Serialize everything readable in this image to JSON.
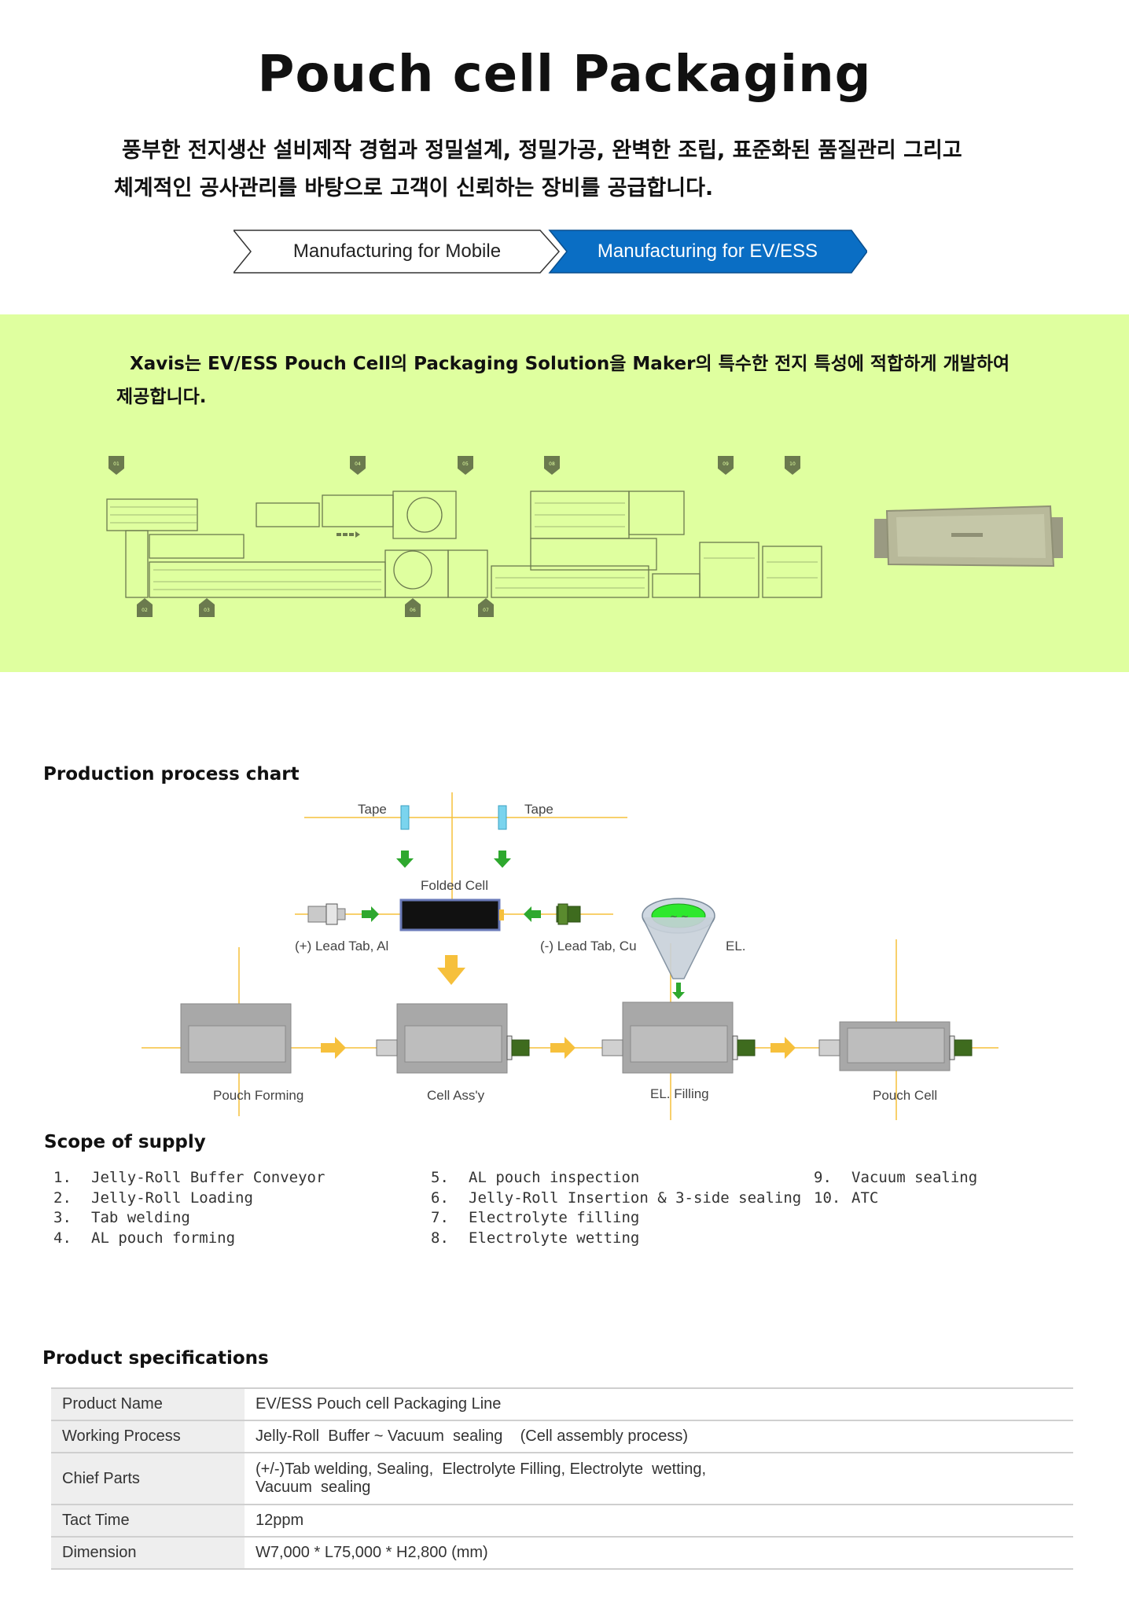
{
  "header": {
    "title": "Pouch cell Packaging",
    "intro_line1": "풍부한 전지생산 설비제작 경험과 정밀설계, 정밀가공, 완벽한 조립, 표준화된 품질관리 그리고",
    "intro_line2": "체계적인 공사관리를 바탕으로 고객이 신뢰하는 장비를 공급합니다."
  },
  "tabs": [
    {
      "label": "Manufacturing for Mobile",
      "active": false
    },
    {
      "label": "Manufacturing for EV/ESS",
      "active": true
    }
  ],
  "band": {
    "text_line1": "Xavis는 EV/ESS Pouch Cell의 Packaging Solution을 Maker의 특수한 전지 특성에 적합하게 개발하여",
    "text_line2": "제공합니다.",
    "top_markers": [
      "01",
      "04",
      "05",
      "08",
      "09",
      "10"
    ],
    "bottom_markers": [
      "02",
      "03",
      "06",
      "07"
    ],
    "colors": {
      "band": "#dfff9f",
      "plan": "#6b7a4e"
    }
  },
  "process_chart": {
    "title": "Production process chart",
    "labels": {
      "tape_left": "Tape",
      "tape_right": "Tape",
      "folded_cell": "Folded Cell",
      "lead_tab_al": "(+) Lead Tab, Al",
      "lead_tab_cu": "(-) Lead Tab, Cu",
      "el": "EL.",
      "stations": [
        "Pouch Forming",
        "Cell Ass'y",
        "EL. Filling",
        "Pouch Cell"
      ]
    }
  },
  "scope": {
    "title": "Scope of supply",
    "columns": [
      [
        {
          "num": "1.",
          "text": "Jelly-Roll Buffer Conveyor"
        },
        {
          "num": "2.",
          "text": "Jelly-Roll Loading"
        },
        {
          "num": "3.",
          "text": "Tab welding"
        },
        {
          "num": "4.",
          "text": "AL pouch forming"
        }
      ],
      [
        {
          "num": "5.",
          "text": "AL pouch inspection"
        },
        {
          "num": "6.",
          "text": "Jelly-Roll Insertion & 3-side sealing"
        },
        {
          "num": "7.",
          "text": "Electrolyte filling"
        },
        {
          "num": "8.",
          "text": "Electrolyte wetting"
        }
      ],
      [
        {
          "num": "9.",
          "text": "Vacuum sealing"
        },
        {
          "num": "10.",
          "text": "ATC"
        }
      ]
    ]
  },
  "specs": {
    "title": "Product specifications",
    "rows": [
      {
        "key": "Product Name",
        "value": "EV/ESS Pouch cell  Packaging Line"
      },
      {
        "key": "Working Process",
        "value": "Jelly-Roll  Buffer ~ Vacuum  sealing    (Cell assembly process)"
      },
      {
        "key": "Chief Parts",
        "value": "(+/-)Tab welding, Sealing,  Electrolyte Filling, Electrolyte  wetting,",
        "value2": "Vacuum  sealing"
      },
      {
        "key": "Tact Time",
        "value": "12ppm"
      },
      {
        "key": "Dimension",
        "value": "W7,000 * L75,000 * H2,800 (mm)"
      }
    ]
  }
}
